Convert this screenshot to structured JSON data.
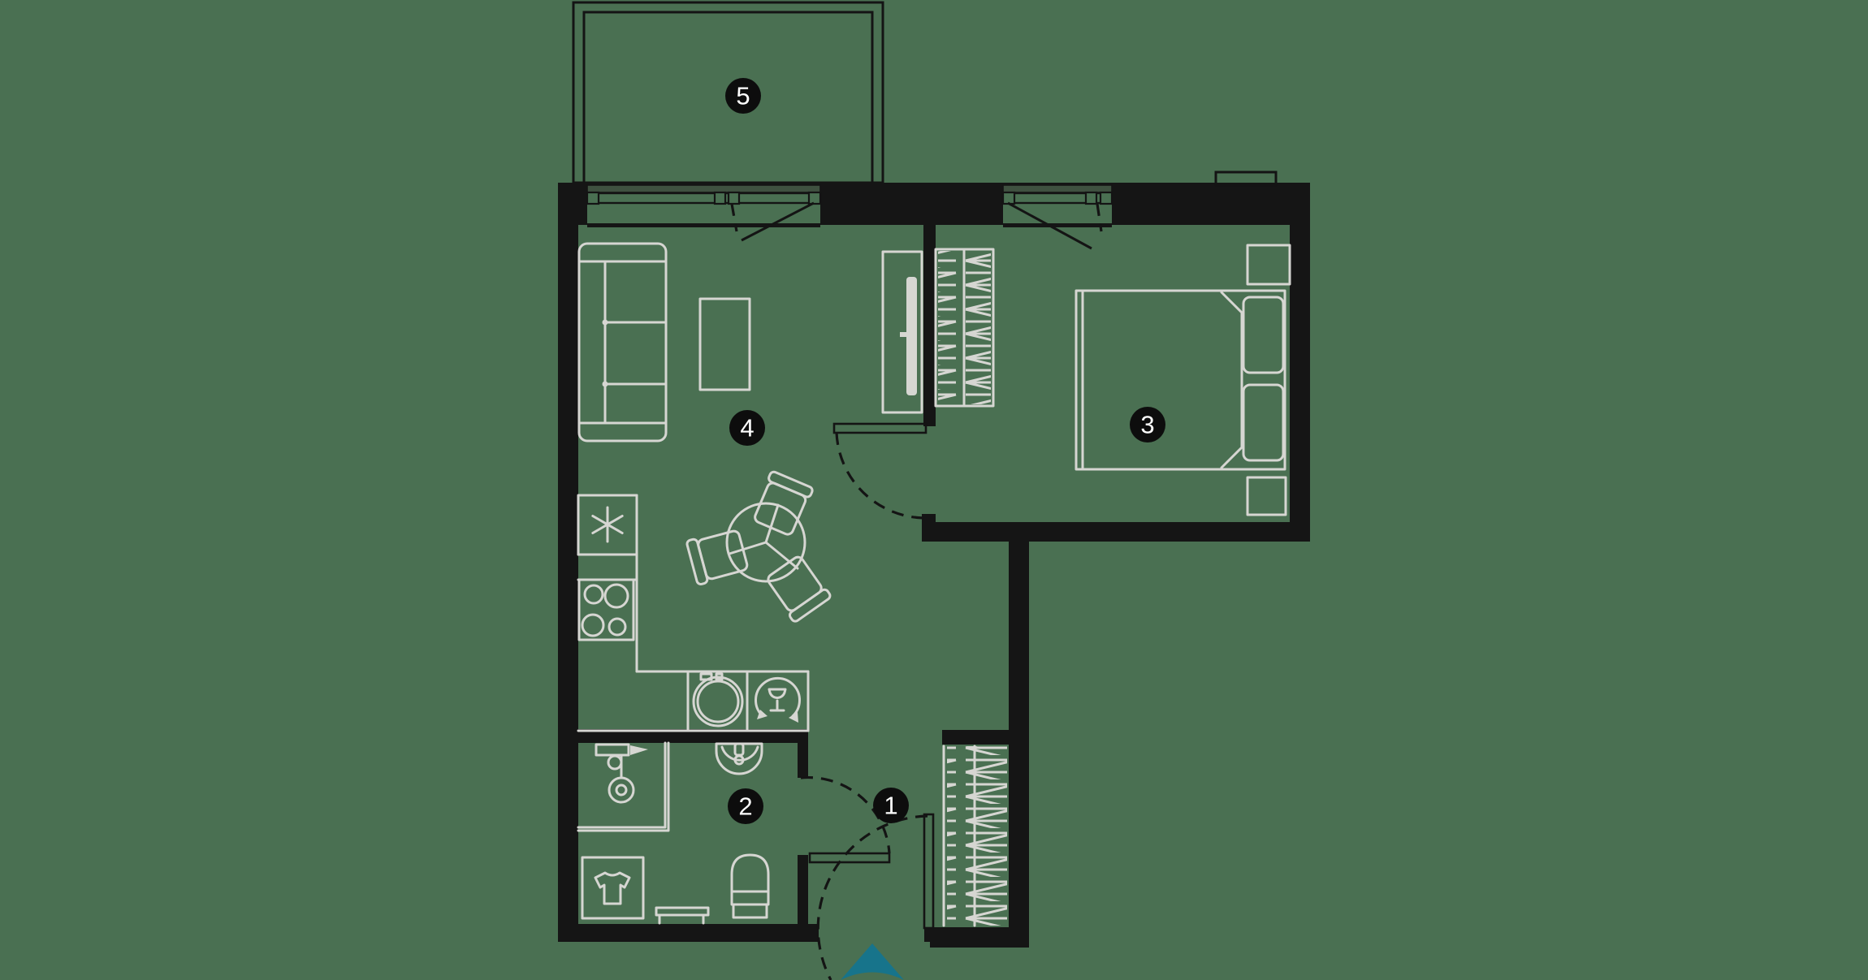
{
  "floorplan": {
    "colors": {
      "background": "#4A7052",
      "walls": "#151515",
      "furniture_lines": "#D6D6D2",
      "window_ledge": "#3F5140",
      "entrance_arrow": "#17748B",
      "marker_fill": "#0D0D0D",
      "marker_text": "#FFFFFF"
    },
    "markers": [
      {
        "number": "1",
        "room": "hallway"
      },
      {
        "number": "2",
        "room": "bathroom"
      },
      {
        "number": "3",
        "room": "bedroom"
      },
      {
        "number": "4",
        "room": "living-room-kitchen"
      },
      {
        "number": "5",
        "room": "balcony"
      }
    ],
    "icons": {
      "fridge": "snowflake-icon",
      "dishwasher": "wine-glass-recycle-icon",
      "laundry": "t-shirt-icon",
      "entrance": "entrance-arrow-icon"
    }
  }
}
